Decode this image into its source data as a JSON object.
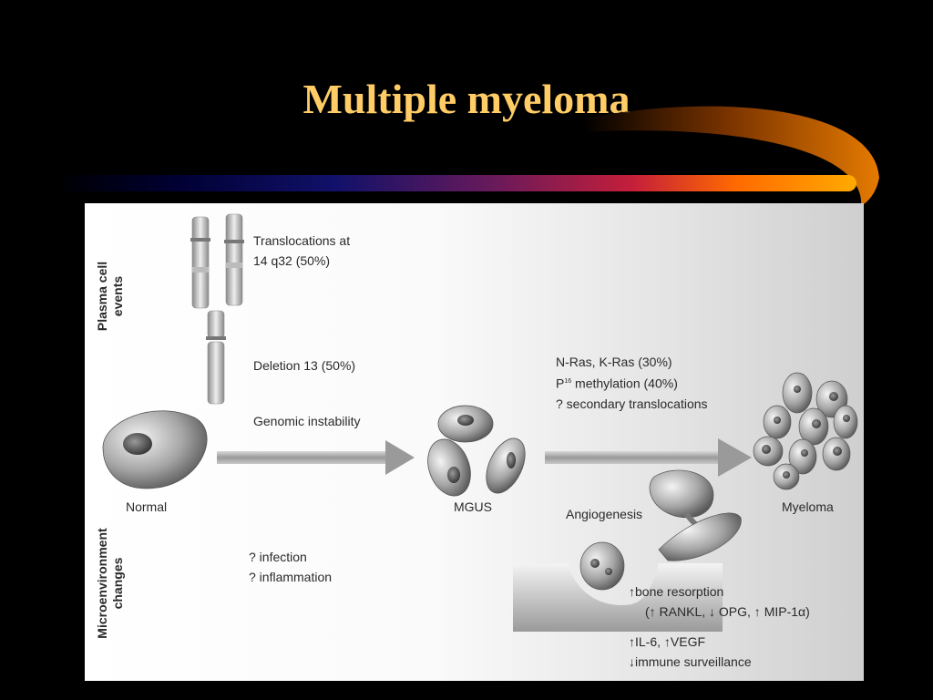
{
  "slide": {
    "title": "Multiple myeloma"
  },
  "diagram": {
    "side_labels": {
      "plasma_cell_events": [
        "Plasma cell",
        "events"
      ],
      "microenvironment_changes": [
        "Microenvironment",
        "changes"
      ]
    },
    "events": {
      "translocations": [
        "Translocations at",
        "14 q32 (50%)"
      ],
      "deletion": "Deletion 13 (50%)",
      "genomic_instability": "Genomic instability",
      "ras_line": "N-Ras, K-Ras (30%)",
      "p16_prefix": "P",
      "p16_superscript": "16",
      "p16_suffix": " methylation (40%)",
      "secondary_translocations": "? secondary translocations"
    },
    "stages": {
      "normal": "Normal",
      "mgus": "MGUS",
      "myeloma": "Myeloma"
    },
    "microenvironment": {
      "angiogenesis": "Angiogenesis",
      "infection": "? infection",
      "inflammation": "? inflammation",
      "bone_resorption": "↑bone resorption",
      "bone_markers": "(↑ RANKL, ↓ OPG, ↑ MIP-1α)",
      "cytokines": "↑IL-6, ↑VEGF",
      "immune": "↓immune surveillance"
    },
    "colors": {
      "title": "#ffcc66",
      "cell": "#9a9a9a",
      "arrow": "#a8a8a8",
      "panel_text": "#2a2a2a"
    }
  }
}
